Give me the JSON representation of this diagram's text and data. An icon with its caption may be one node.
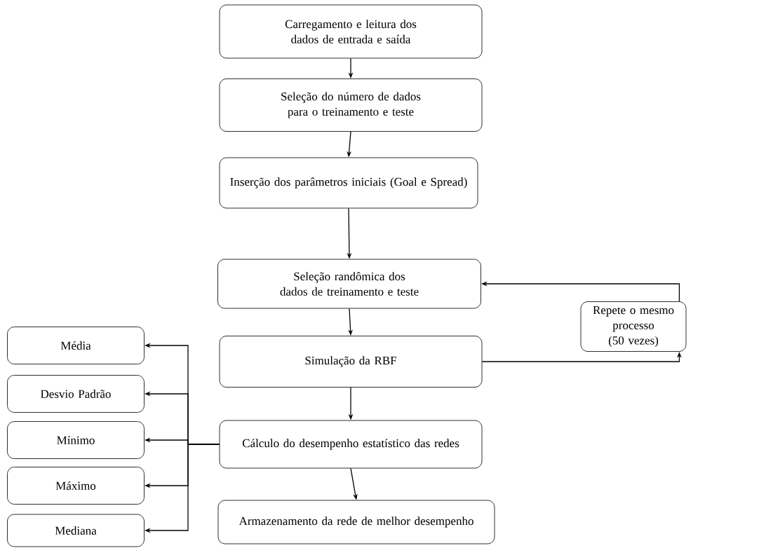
{
  "diagram": {
    "nodes": [
      {
        "text": [
          "Carregamento e leitura dos dados de entrada e saída"
        ]
      },
      {
        "text": [
          "Seleção do número de dados para o treinamento e teste"
        ]
      },
      {
        "text": [
          "Inserção dos parâmetros iniciais (Goal e Spread)"
        ]
      },
      {
        "text": [
          "Seleção randômica dos dados de treinamento e teste"
        ]
      },
      {
        "text": [
          "Simulação da RBF"
        ]
      },
      {
        "text": [
          "Cálculo do desempenho estatístico das redes"
        ]
      },
      {
        "text": [
          "Armazenamento da rede de melhor desempenho"
        ]
      },
      {
        "text": [
          "Repete o mesmo processo (50 vezes)"
        ]
      },
      {
        "text": [
          "Média"
        ]
      },
      {
        "text": [
          "Desvio Padrão"
        ]
      },
      {
        "text": [
          "Mínimo"
        ]
      },
      {
        "text": [
          "Máximo"
        ]
      },
      {
        "text": [
          "Mediana"
        ]
      }
    ],
    "edges": [
      {
        "from": 0,
        "to": 1,
        "arrow": "to"
      },
      {
        "from": 1,
        "to": 2,
        "arrow": "to"
      },
      {
        "from": 2,
        "to": 3,
        "arrow": "to"
      },
      {
        "from": 3,
        "to": 4,
        "arrow": "to"
      },
      {
        "from": 4,
        "to": 5,
        "arrow": "to"
      },
      {
        "from": 5,
        "to": 6,
        "arrow": "to"
      },
      {
        "from": 4,
        "to": 7,
        "arrow": "to"
      },
      {
        "from": 7,
        "to": 3,
        "arrow": "to"
      },
      {
        "from": 5,
        "to": 8,
        "arrow": "to"
      },
      {
        "from": 5,
        "to": 9,
        "arrow": "to"
      },
      {
        "from": 5,
        "to": 10,
        "arrow": "to"
      },
      {
        "from": 5,
        "to": 11,
        "arrow": "to"
      },
      {
        "from": 5,
        "to": 12,
        "arrow": "to"
      }
    ]
  }
}
